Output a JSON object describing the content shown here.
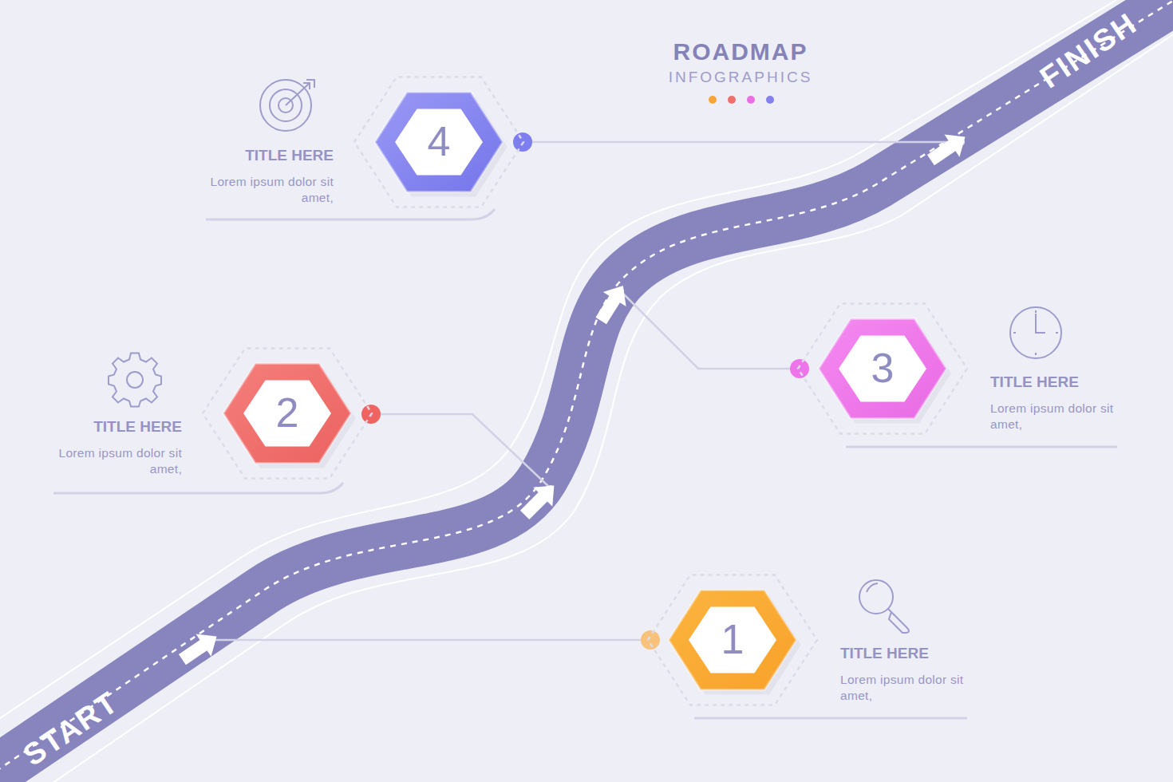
{
  "diagram": {
    "title": "ROADMAP",
    "caption": "INFOGRAPHICS",
    "nodes": [
      {
        "text": [
          "1",
          "TITLE HERE",
          "Lorem ipsum dolor sit amet,"
        ]
      },
      {
        "text": [
          "2",
          "TITLE HERE",
          "Lorem ipsum dolor sit amet,"
        ]
      },
      {
        "text": [
          "3",
          "TITLE HERE",
          "Lorem ipsum dolor sit amet,"
        ]
      },
      {
        "text": [
          "4",
          "TITLE HERE",
          "Lorem ipsum dolor sit amet,"
        ]
      }
    ],
    "labels": [
      "START",
      "FINISH"
    ]
  }
}
